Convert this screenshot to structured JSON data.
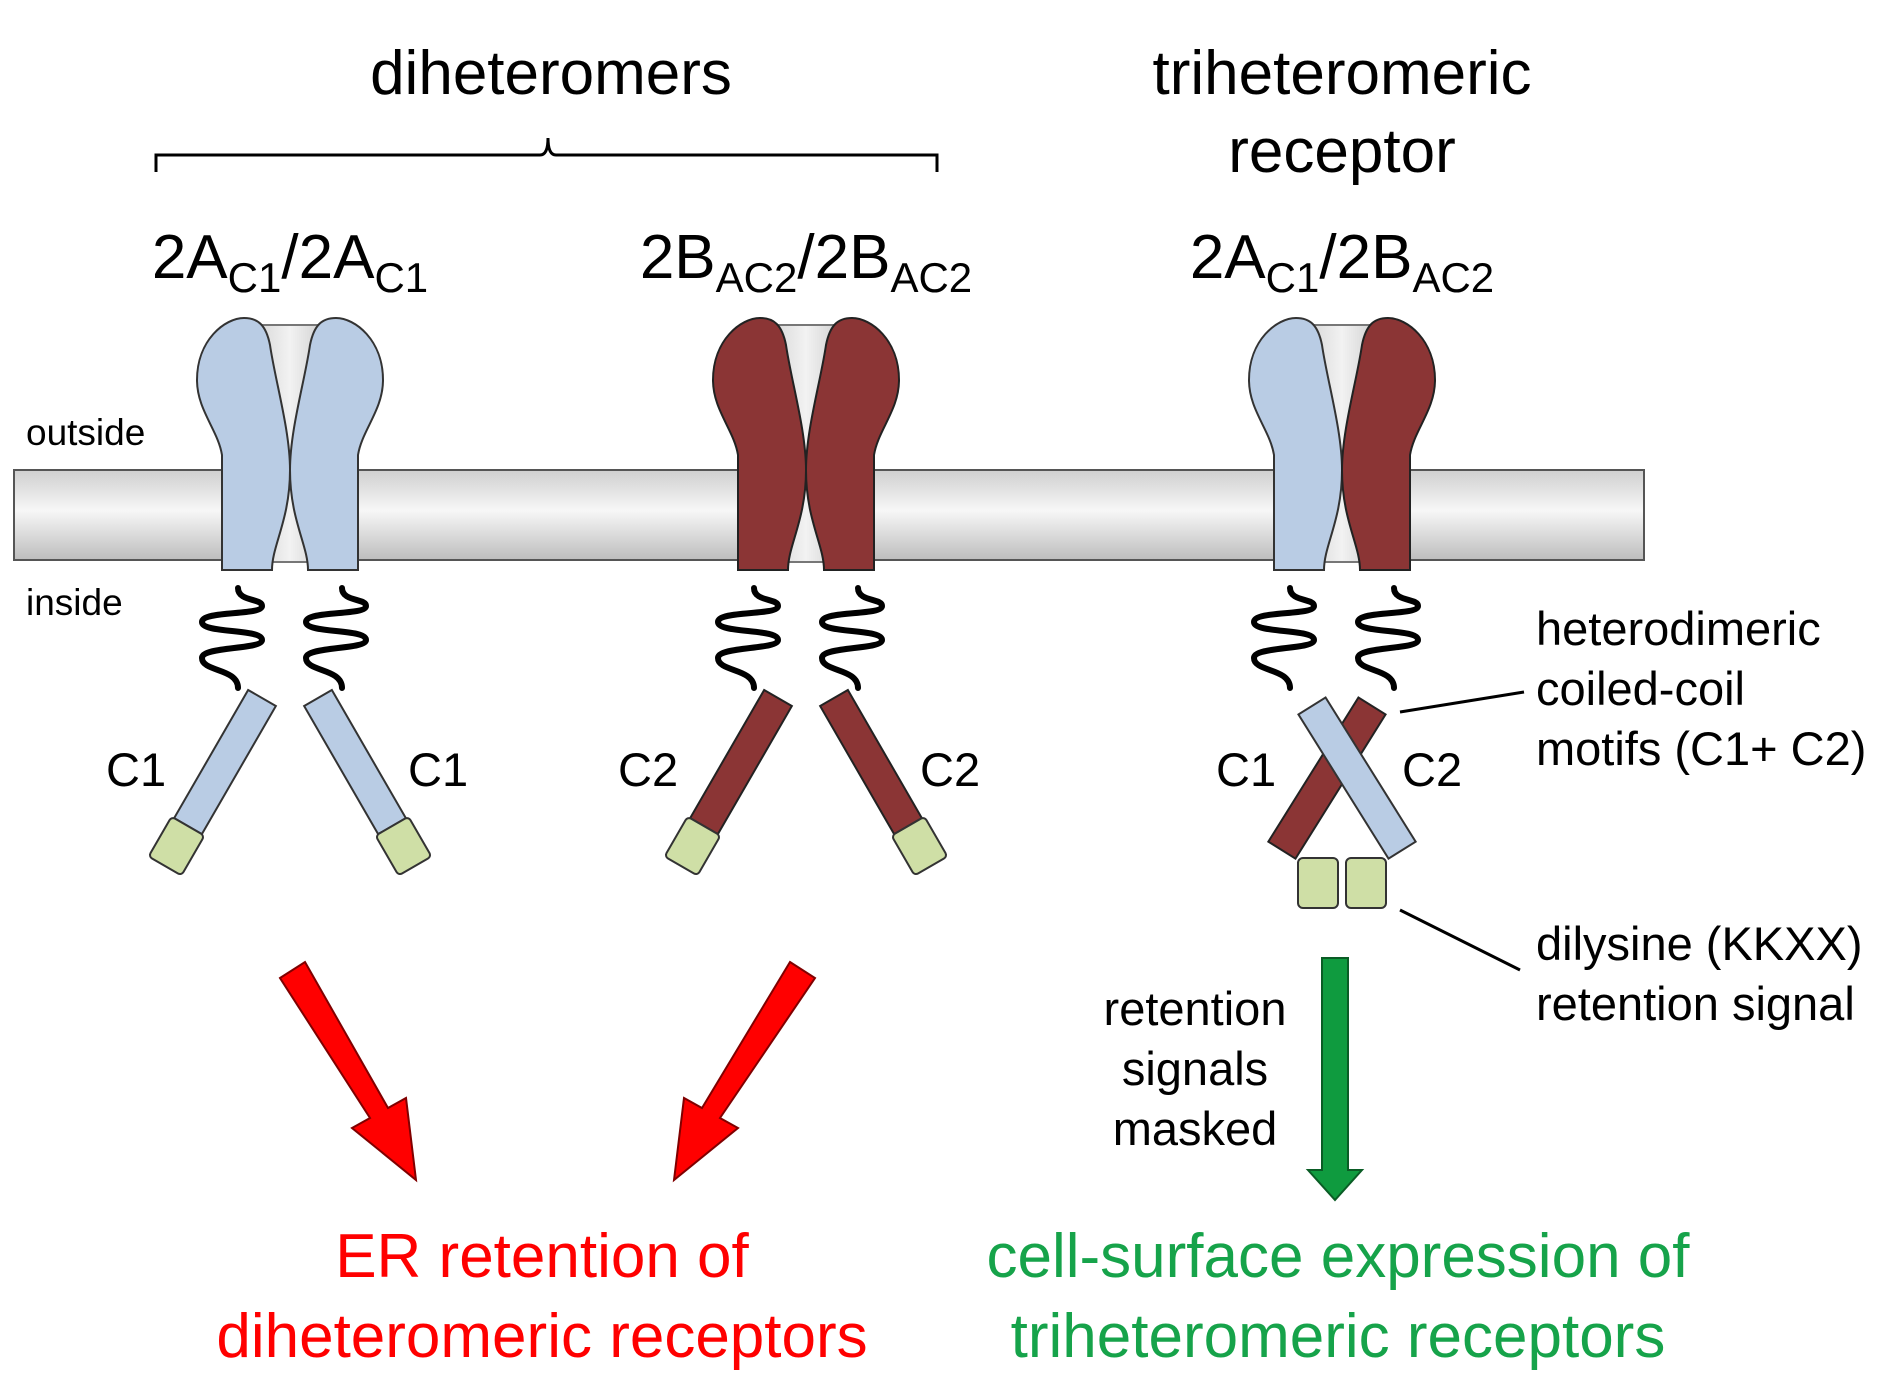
{
  "header": {
    "diheteromers": "diheteromers",
    "triheteromeric_line1": "triheteromeric",
    "triheteromeric_line2": "receptor"
  },
  "membrane": {
    "outside": "outside",
    "inside": "inside"
  },
  "receptors": [
    {
      "base1": "2A",
      "sub1": "C1",
      "slash": "/",
      "base2": "2A",
      "sub2": "C1",
      "tail_left": "C1",
      "tail_right": "C1"
    },
    {
      "base1": "2B",
      "sub1": "AC2",
      "slash": "/",
      "base2": "2B",
      "sub2": "AC2",
      "tail_left": "C2",
      "tail_right": "C2"
    },
    {
      "base1": "2A",
      "sub1": "C1",
      "slash": "/",
      "base2": "2B",
      "sub2": "AC2",
      "tail_left": "C1",
      "tail_right": "C2"
    }
  ],
  "annotations": {
    "coiled_coil": [
      "heterodimeric",
      "coiled-coil",
      "motifs (C1+ C2)"
    ],
    "dilysine": [
      "dilysine (KKXX)",
      "retention signal"
    ],
    "masked": [
      "retention",
      "signals",
      "masked"
    ]
  },
  "outcomes": {
    "er_retention": [
      "ER retention of",
      "diheteromeric receptors"
    ],
    "surface": [
      "cell-surface expression of",
      "triheteromeric receptors"
    ]
  },
  "colors": {
    "light_blue": "#b9cce4",
    "dark_red": "#8b3535",
    "tail_green": "#cfdfa6",
    "arrow_red": "#ff0000",
    "arrow_green": "#0f9b3f",
    "text_red": "#ff0000",
    "text_green": "#16a34a"
  },
  "icons": [
    "membrane-bilayer",
    "receptor-subunit",
    "coiled-coil-tail",
    "retention-arrow",
    "export-arrow"
  ]
}
